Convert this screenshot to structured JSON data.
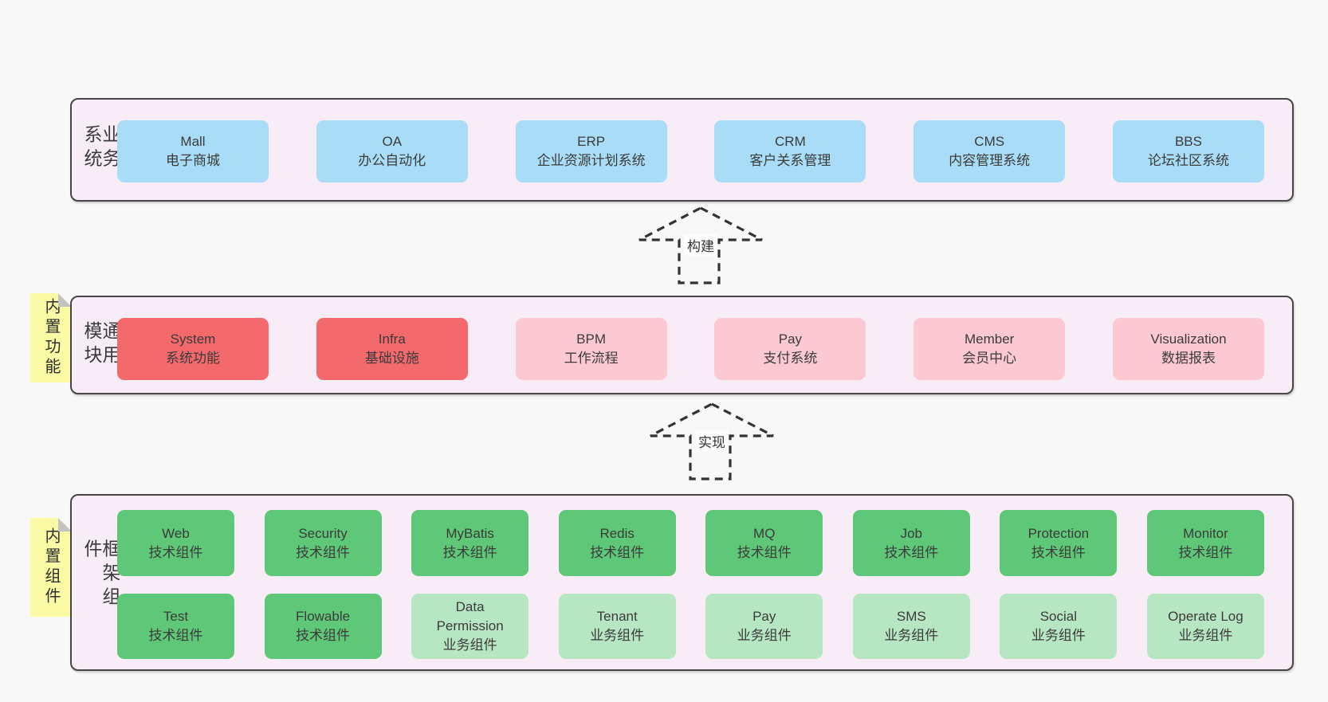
{
  "palette": {
    "page_bg": "#f8f8f8",
    "container_bg": "#f8edf6",
    "container_border": "#474747",
    "blue": "#a9dcf6",
    "red": "#f3696c",
    "pink": "#fcc9d3",
    "green_dark": "#5ec878",
    "green_light": "#b7e6c2",
    "note_yellow": "#fbfba6",
    "note_fold": "#c3c3c3",
    "text": "#3b3b3b"
  },
  "arrows": {
    "build": "构建",
    "implement": "实现"
  },
  "layers": {
    "business": {
      "side_label": "业务系统",
      "boxes": [
        {
          "title": "Mall",
          "subtitle": "电子商城"
        },
        {
          "title": "OA",
          "subtitle": "办公自动化"
        },
        {
          "title": "ERP",
          "subtitle": "企业资源计划系统"
        },
        {
          "title": "CRM",
          "subtitle": "客户关系管理"
        },
        {
          "title": "CMS",
          "subtitle": "内容管理系统"
        },
        {
          "title": "BBS",
          "subtitle": "论坛社区系统"
        }
      ]
    },
    "modules": {
      "side_label": "通用模块",
      "note": "内置功能",
      "boxes": [
        {
          "title": "System",
          "subtitle": "系统功能"
        },
        {
          "title": "Infra",
          "subtitle": "基础设施"
        },
        {
          "title": "BPM",
          "subtitle": "工作流程"
        },
        {
          "title": "Pay",
          "subtitle": "支付系统"
        },
        {
          "title": "Member",
          "subtitle": "会员中心"
        },
        {
          "title": "Visualization",
          "subtitle": "数据报表"
        }
      ]
    },
    "framework": {
      "side_label": "框架组件",
      "note": "内置组件",
      "row1": [
        {
          "title": "Web",
          "subtitle": "技术组件"
        },
        {
          "title": "Security",
          "subtitle": "技术组件"
        },
        {
          "title": "MyBatis",
          "subtitle": "技术组件"
        },
        {
          "title": "Redis",
          "subtitle": "技术组件"
        },
        {
          "title": "MQ",
          "subtitle": "技术组件"
        },
        {
          "title": "Job",
          "subtitle": "技术组件"
        },
        {
          "title": "Protection",
          "subtitle": "技术组件"
        },
        {
          "title": "Monitor",
          "subtitle": "技术组件"
        }
      ],
      "row2": [
        {
          "title": "Test",
          "subtitle": "技术组件"
        },
        {
          "title": "Flowable",
          "subtitle": "技术组件"
        },
        {
          "title": "Data Permission",
          "subtitle": "业务组件"
        },
        {
          "title": "Tenant",
          "subtitle": "业务组件"
        },
        {
          "title": "Pay",
          "subtitle": "业务组件"
        },
        {
          "title": "SMS",
          "subtitle": "业务组件"
        },
        {
          "title": "Social",
          "subtitle": "业务组件"
        },
        {
          "title": "Operate Log",
          "subtitle": "业务组件"
        }
      ]
    }
  }
}
